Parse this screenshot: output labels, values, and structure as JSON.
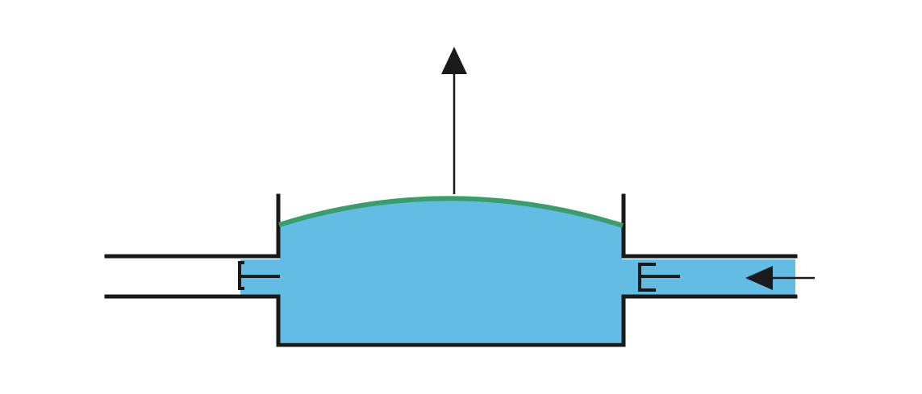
{
  "colors": {
    "background": "#ffffff",
    "fluid": "#62bce3",
    "membrane": "#3a9d6b",
    "outline": "#1a1a1a",
    "arrow": "#1a1a1a"
  },
  "components": {
    "chamber": "chamber",
    "membrane": "membrane",
    "left_pipe": "outlet-pipe",
    "right_pipe": "inlet-pipe",
    "left_valve": "outlet-valve",
    "right_valve": "inlet-valve",
    "up_arrow": "up-arrow-icon",
    "inflow_arrow": "left-arrow-icon"
  }
}
